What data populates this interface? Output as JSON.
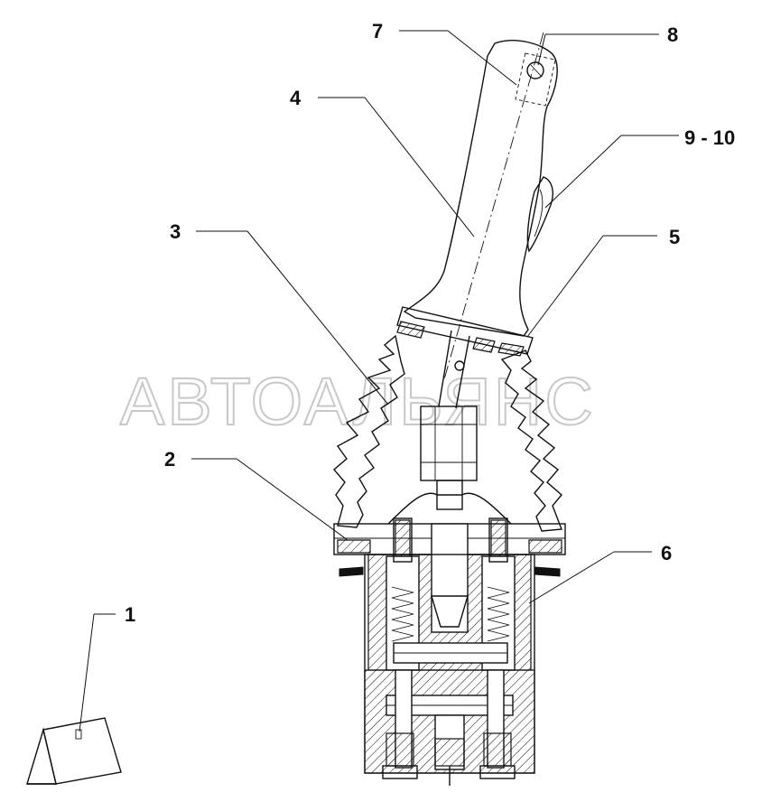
{
  "watermark": "АВТОАЛЬЯНС",
  "callouts": {
    "c1": "1",
    "c2": "2",
    "c3": "3",
    "c4": "4",
    "c5": "5",
    "c6": "6",
    "c7": "7",
    "c8": "8",
    "c9_10": "9 - 10"
  }
}
